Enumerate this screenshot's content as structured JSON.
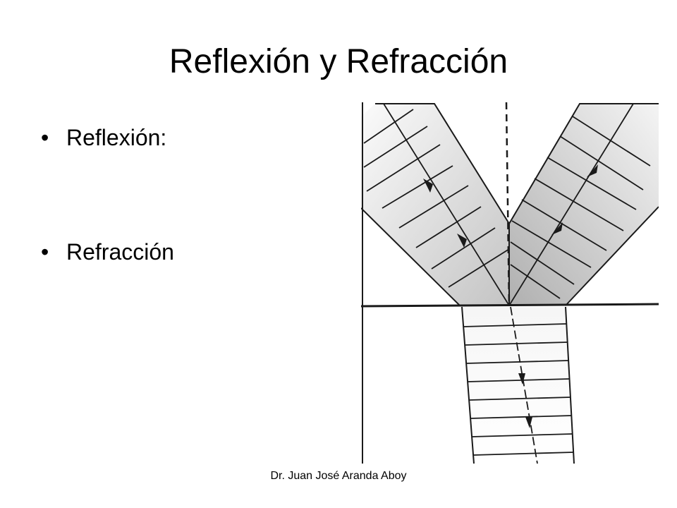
{
  "slide": {
    "title": "Reflexión y Refracción",
    "bullet_char": "•",
    "bullets": [
      "Reflexión:",
      "Refracción"
    ],
    "footer": "Dr. Juan José Aranda Aboy"
  },
  "figure": {
    "description_icon": "reflection-refraction-wavefront-diagram",
    "colors": {
      "line": "#1a1a1a",
      "shade_light": "#f2f2f2",
      "shade_dark": "#b8b8b8"
    }
  }
}
